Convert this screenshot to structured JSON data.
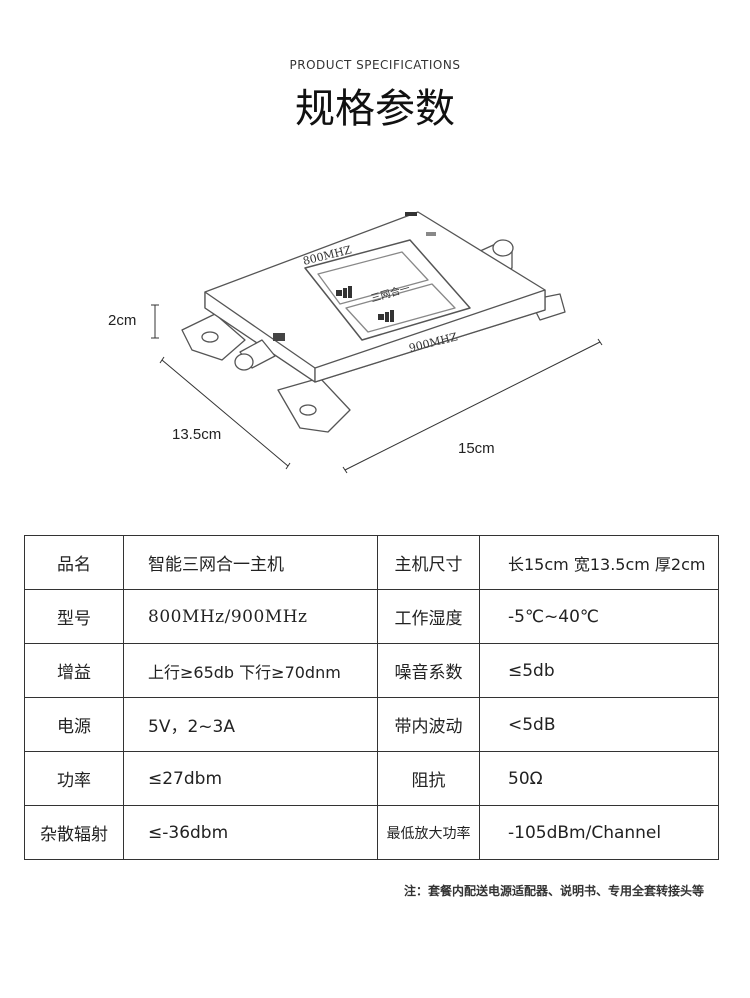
{
  "header": {
    "subtitle": "PRODUCT SPECIFICATIONS",
    "title": "规格参数"
  },
  "diagram": {
    "dim_height": "2cm",
    "dim_width": "13.5cm",
    "dim_length": "15cm",
    "label_top": "800MHZ",
    "label_bottom": "900MHZ",
    "display_text": "三网合一"
  },
  "specs": {
    "rows": [
      {
        "label1": "品名",
        "value1": "智能三网合一主机",
        "label2": "主机尺寸",
        "value2": "长15cm  宽13.5cm  厚2cm"
      },
      {
        "label1": "型号",
        "value1": "800MHz/900MHz",
        "label2": "工作湿度",
        "value2": "-5℃~40℃"
      },
      {
        "label1": "增益",
        "value1": "上行≥65db 下行≥70dnm",
        "label2": "噪音系数",
        "value2": "≤5db"
      },
      {
        "label1": "电源",
        "value1": "5V，2~3A",
        "label2": "带内波动",
        "value2": "<5dB"
      },
      {
        "label1": "功率",
        "value1": "≤27dbm",
        "label2": "阻抗",
        "value2": "50Ω"
      },
      {
        "label1": "杂散辐射",
        "value1": "≤-36dbm",
        "label2": "最低放大功率",
        "value2": "-105dBm/Channel"
      }
    ]
  },
  "footer": {
    "note": "注：套餐内配送电源适配器、说明书、专用全套转接头等"
  }
}
